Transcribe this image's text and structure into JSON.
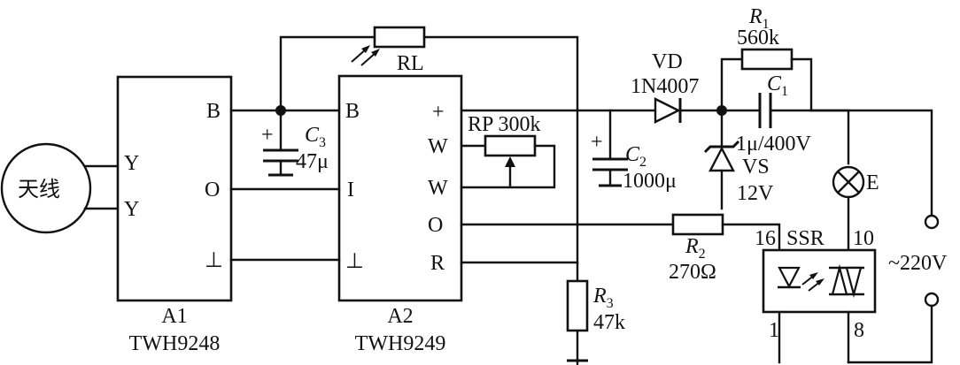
{
  "antenna": {
    "label": "天线"
  },
  "a1": {
    "name": "A1",
    "model": "TWH9248",
    "pins": {
      "y1": "Y",
      "y2": "Y",
      "b": "B",
      "o": "O",
      "gnd": "⊥"
    }
  },
  "a2": {
    "name": "A2",
    "model": "TWH9249",
    "pins": {
      "b": "B",
      "i": "I",
      "gnd": "⊥",
      "plus": "+",
      "w1": "W",
      "w2": "W",
      "o": "O",
      "r": "R"
    }
  },
  "components": {
    "rl": {
      "name": "RL"
    },
    "c3": {
      "sign": "+",
      "name": "C",
      "sub": "3",
      "value": "47μ"
    },
    "rp": {
      "text": "RP 300k"
    },
    "c2": {
      "sign": "+",
      "name": "C",
      "sub": "2",
      "value": "1000μ"
    },
    "vd": {
      "name": "VD",
      "part": "1N4007"
    },
    "r1": {
      "name": "R",
      "sub": "1",
      "value": "560k"
    },
    "c1": {
      "name": "C",
      "sub": "1",
      "value": "1μ/400V"
    },
    "vs": {
      "name": "VS",
      "value": "12V"
    },
    "e": {
      "name": "E"
    },
    "r2": {
      "name": "R",
      "sub": "2",
      "value": "270Ω"
    },
    "r3": {
      "name": "R",
      "sub": "3",
      "value": "47k"
    },
    "ssr": {
      "name": "SSR",
      "pin16": "16",
      "pin10": "10",
      "pin1": "1",
      "pin8": "8"
    },
    "mains": {
      "label": "~220V"
    }
  }
}
